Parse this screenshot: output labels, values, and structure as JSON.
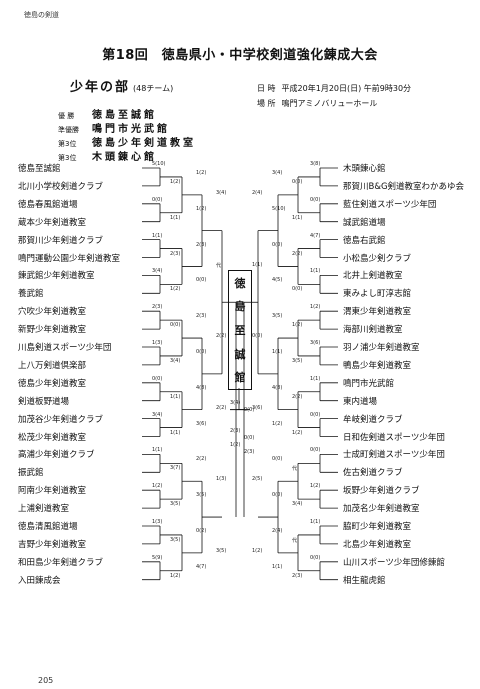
{
  "header_note": "徳島の剣道",
  "title": "第18回　徳島県小・中学校剣道強化錬成大会",
  "division": {
    "name": "少年の部",
    "teams": "(48チーム)"
  },
  "info": {
    "date_label": "日 時",
    "date": "平成20年1月20日(日) 午前9時30分",
    "venue_label": "場 所",
    "venue": "鳴門アミノバリューホール"
  },
  "awards": [
    {
      "rank": "優 勝",
      "name": "徳島至誠館"
    },
    {
      "rank": "準優勝",
      "name": "鳴門市光武館"
    },
    {
      "rank": "第3位",
      "name": "徳島少年剣道教室"
    },
    {
      "rank": "第3位",
      "name": "木頭錬心館"
    }
  ],
  "champion_vertical": [
    "徳",
    "島",
    "至",
    "誠",
    "館"
  ],
  "left_teams": [
    "徳島至誠館",
    "北川小学校剣道クラブ",
    "徳島春風館道場",
    "蔵本少年剣道教室",
    "那賀川少年剣道クラブ",
    "鳴門運動公園少年剣道教室",
    "錬武館少年剣道教室",
    "養武館",
    "穴吹少年剣道教室",
    "新野少年剣道教室",
    "川島剣道スポーツ少年団",
    "上八万剣道倶楽部",
    "徳島少年剣道教室",
    "剣道板野道場",
    "加茂谷少年剣道クラブ",
    "松茂少年剣道教室",
    "高浦少年剣道クラブ",
    "振武館",
    "阿南少年剣道教室",
    "上浦剣道教室",
    "徳島清風館道場",
    "吉野少年剣道教室",
    "和田島少年剣道クラブ",
    "入田錬成会"
  ],
  "right_teams": [
    "木頭錬心館",
    "那賀川B&G剣道教室わかあゆ会",
    "藍住剣道スポーツ少年団",
    "誠武館道場",
    "徳島右武館",
    "小松島少剣クラブ",
    "北井上剣道教室",
    "東みよし町淳志館",
    "渭東少年剣道教室",
    "海部川剣道教室",
    "羽ノ浦少年剣道教室",
    "鴨島少年剣道教室",
    "鳴門市光武館",
    "東内道場",
    "牟岐剣道クラブ",
    "日和佐剣道スポーツ少年団",
    "士成町剣道スポーツ少年団",
    "佐古剣道クラブ",
    "坂野少年剣道クラブ",
    "加茂名少年剣道教室",
    "脇町少年剣道教室",
    "北島少年剣道教室",
    "山川スポーツ少年団修錬館",
    "相生龍虎館"
  ],
  "scores": [
    "5(10)",
    "1(2)",
    "0(0)",
    "1(1)",
    "1(1)",
    "2(3)",
    "3(4)",
    "1(2)",
    "2(3)",
    "0(0)",
    "1(3)",
    "3(4)",
    "0(0)",
    "1(1)",
    "3(4)",
    "1(1)",
    "1(1)",
    "3(7)",
    "1(2)",
    "3(5)",
    "1(3)",
    "3(5)",
    "5(9)",
    "1(2)",
    "3(8)",
    "0(0)",
    "0(0)",
    "1(1)",
    "4(7)",
    "2(2)",
    "1(1)",
    "0(0)",
    "1(2)",
    "1(2)",
    "3(6)",
    "3(5)",
    "1(1)",
    "2(2)",
    "0(0)",
    "1(2)",
    "0(0)",
    "代",
    "1(2)",
    "3(4)",
    "1(1)",
    "代",
    "0(0)",
    "2(3)",
    "1(2)",
    "3(4)",
    "1(2)",
    "5(10)",
    "2(3)",
    "0(0)",
    "0(0)",
    "4(5)",
    "2(3)",
    "3(5)",
    "0(0)",
    "1(1)",
    "4(8)",
    "4(8)",
    "3(6)",
    "1(2)",
    "2(2)",
    "0(0)",
    "3(5)",
    "0(0)",
    "0(2)",
    "2(4)",
    "4(7)",
    "1(1)",
    "3(4)",
    "2(4)",
    "代",
    "1(1)",
    "2(2)",
    "0(0)",
    "2(2)",
    "3(6)",
    "1(3)",
    "2(5)",
    "3(5)",
    "1(2)",
    "2(3)",
    "0(0)",
    "1(2)",
    "2(3)",
    "3(4)",
    "0(0)"
  ],
  "page_number": "205"
}
